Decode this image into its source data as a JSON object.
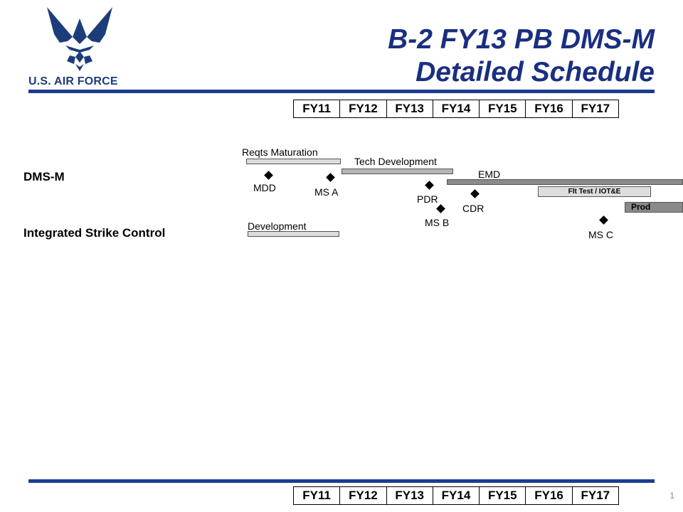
{
  "logo": {
    "text": "U.S. AIR FORCE",
    "brand_color": "#1c3d7a"
  },
  "title": {
    "line1": "B-2 FY13 PB DMS-M",
    "line2": "Detailed Schedule",
    "color": "#1a2f80"
  },
  "fiscal_years": [
    "FY11",
    "FY12",
    "FY13",
    "FY14",
    "FY15",
    "FY16",
    "FY17"
  ],
  "rows": {
    "dms_m": "DMS-M",
    "isc": "Integrated Strike Control"
  },
  "bars": {
    "reqts_maturation": "Reqts Maturation",
    "tech_development": "Tech Development",
    "emd": "EMD",
    "flt_test": "Flt Test / IOT&E",
    "prod": "Prod",
    "development": "Development"
  },
  "milestones": {
    "mdd": "MDD",
    "ms_a": "MS A",
    "pdr": "PDR",
    "ms_b": "MS B",
    "cdr": "CDR",
    "ms_c": "MS C"
  },
  "page_number": "1"
}
